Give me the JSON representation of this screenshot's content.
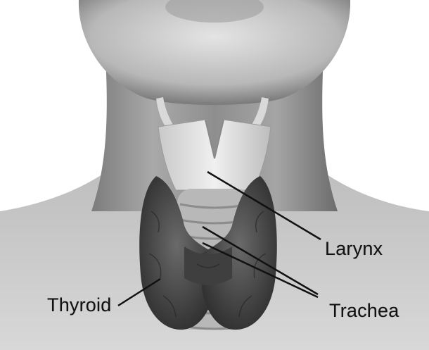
{
  "labels": {
    "larynx": "Larynx",
    "trachea": "Trachea",
    "thyroid": "Thyroid"
  },
  "colors": {
    "skin_light": "#cfcfcf",
    "skin_dark": "#5f5f5f",
    "cartilage": "#dedede",
    "thyroid_tissue": "#4a4a4a",
    "leader_line": "#111111",
    "background": "#ffffff"
  }
}
